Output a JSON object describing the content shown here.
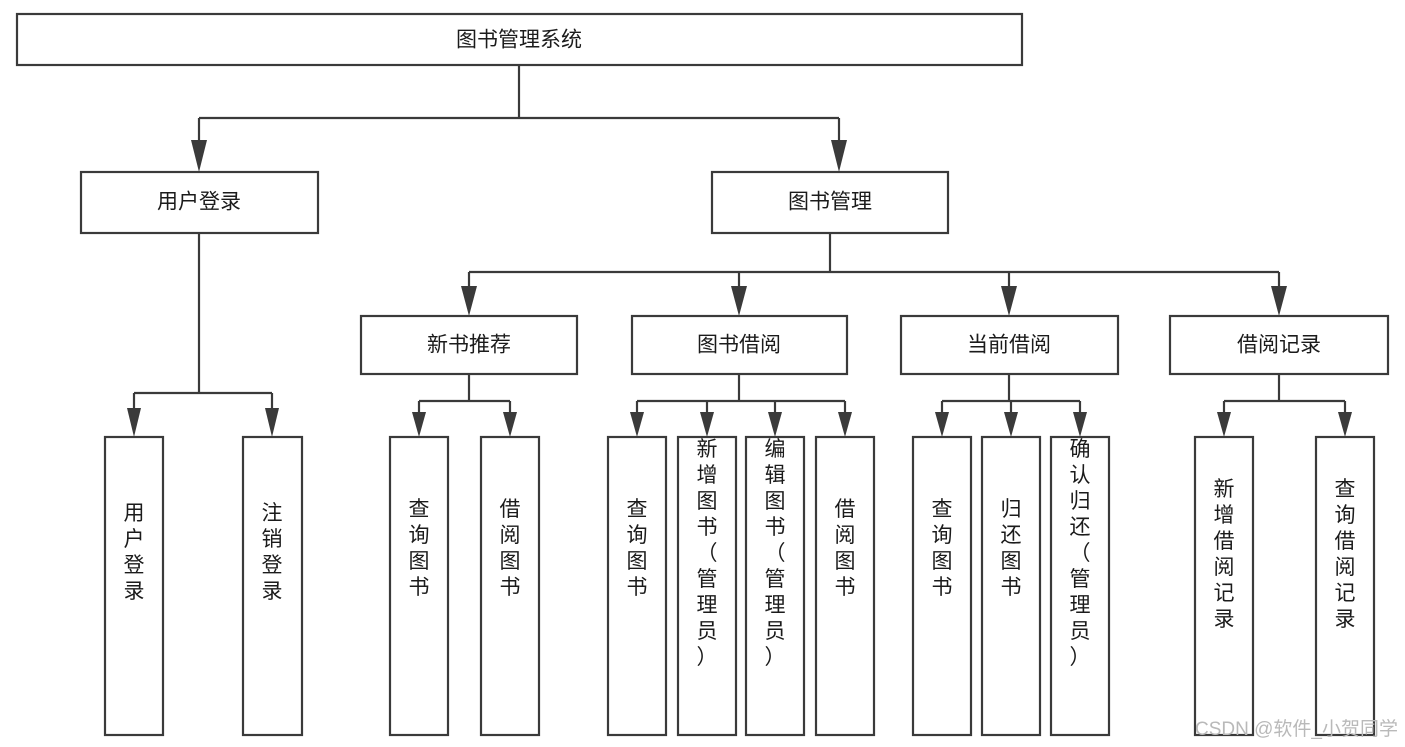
{
  "diagram": {
    "type": "hierarchy-tree",
    "title": "图书管理系统",
    "orientation": "top-down",
    "colors": {
      "box_stroke": "#3a3a3a",
      "box_fill": "#ffffff",
      "connector": "#3a3a3a",
      "text": "#1b1b1b",
      "watermark": "#b9b9b9",
      "background": "#ffffff"
    },
    "root": {
      "label": "图书管理系统"
    },
    "level2": [
      {
        "label": "用户登录"
      },
      {
        "label": "图书管理"
      }
    ],
    "level3": [
      {
        "label": "新书推荐"
      },
      {
        "label": "图书借阅"
      },
      {
        "label": "当前借阅"
      },
      {
        "label": "借阅记录"
      }
    ],
    "leaves": {
      "user_login": [
        {
          "label": "用户登录"
        },
        {
          "label": "注销登录"
        }
      ],
      "new_book_recommend": [
        {
          "label": "查询图书"
        },
        {
          "label": "借阅图书"
        }
      ],
      "book_borrow": [
        {
          "label": "查询图书"
        },
        {
          "label": "新增图书（管理员）"
        },
        {
          "label": "编辑图书（管理员）"
        },
        {
          "label": "借阅图书"
        }
      ],
      "current_borrow": [
        {
          "label": "查询图书"
        },
        {
          "label": "归还图书"
        },
        {
          "label": "确认归还（管理员）"
        }
      ],
      "borrow_record": [
        {
          "label": "新增借阅记录"
        },
        {
          "label": "查询借阅记录"
        }
      ]
    }
  },
  "watermark": {
    "text": "CSDN @软件_小贺同学"
  }
}
